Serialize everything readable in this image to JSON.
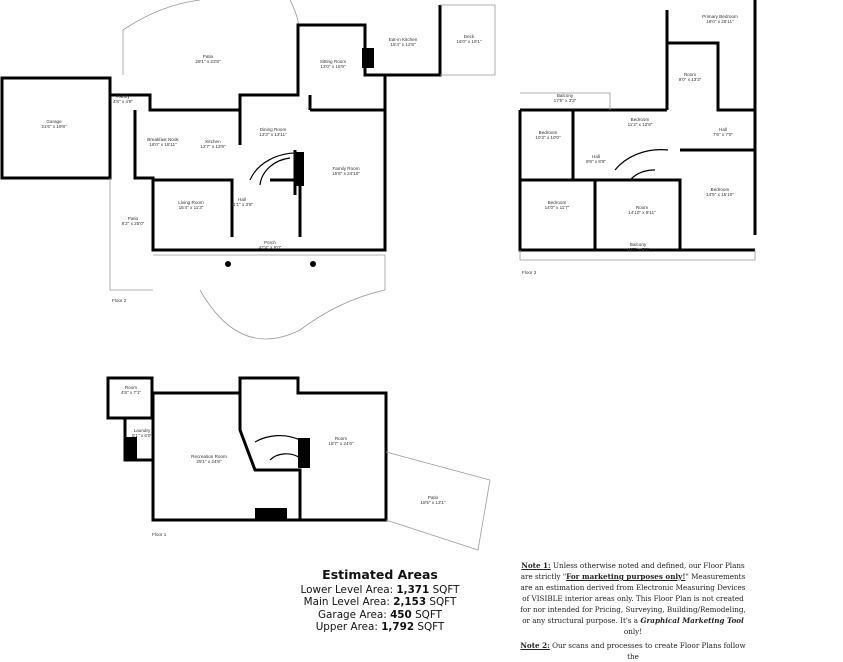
{
  "floors": [
    {
      "label": "Floor 2",
      "rooms": [
        {
          "name": "Patio",
          "dims": "29'1\" x 23'8\""
        },
        {
          "name": "Garage",
          "dims": "21'6\" x 19'8\""
        },
        {
          "name": "Pantry",
          "dims": "4'8\" x 4'5\""
        },
        {
          "name": "Breakfast Nook",
          "dims": "16'0\" x 15'11\""
        },
        {
          "name": "Kitchen",
          "dims": "12'7\" x 13'8\""
        },
        {
          "name": "Dining Room",
          "dims": "13'3\" x 13'11\""
        },
        {
          "name": "Sitting Room",
          "dims": "13'0\" x 16'9\""
        },
        {
          "name": "Eat-in Kitchen",
          "dims": "15'4\" x 12'8\""
        },
        {
          "name": "Deck",
          "dims": "16'0\" x 19'1\""
        },
        {
          "name": "Family Room",
          "dims": "15'8\" x 24'10\""
        },
        {
          "name": "Living Room",
          "dims": "15'4\" x 11'3\""
        },
        {
          "name": "Hall",
          "dims": "11'1\" x 3'8\""
        },
        {
          "name": "Patio",
          "dims": "8'2\" x 25'0\""
        },
        {
          "name": "Porch",
          "dims": "47'4\" x 6'0\""
        }
      ]
    },
    {
      "label": "Floor 3",
      "rooms": [
        {
          "name": "Primary Bedroom",
          "dims": "18'0\" x 28'11\""
        },
        {
          "name": "Room",
          "dims": "9'0\" x 13'3\""
        },
        {
          "name": "Balcony",
          "dims": "17'5\" x 3'3\""
        },
        {
          "name": "Bedroom",
          "dims": "10'3\" x 10'0\""
        },
        {
          "name": "Bedroom",
          "dims": "11'2\" x 12'8\""
        },
        {
          "name": "Hall",
          "dims": "7'6\" x 7'0\""
        },
        {
          "name": "Hall",
          "dims": "8'8\" x 8'8\""
        },
        {
          "name": "Bedroom",
          "dims": "14'0\" x 11'7\""
        },
        {
          "name": "Room",
          "dims": "14'10\" x 8'11\""
        },
        {
          "name": "Bedroom",
          "dims": "14'5\" x 15'10\""
        },
        {
          "name": "Balcony",
          "dims": "46'7\" x 5'3\""
        }
      ]
    },
    {
      "label": "Floor 1",
      "rooms": [
        {
          "name": "Room",
          "dims": "4'8\" x 7'1\""
        },
        {
          "name": "Laundry",
          "dims": "5'1\" x 6'0\""
        },
        {
          "name": "Recreation Room",
          "dims": "29'1\" x 24'8\""
        },
        {
          "name": "Room",
          "dims": "18'7\" x 24'6\""
        },
        {
          "name": "Patio",
          "dims": "18'5\" x 13'1\""
        }
      ]
    }
  ],
  "areas": {
    "title": "Estimated Areas",
    "lines": [
      {
        "label": "Lower Level Area: ",
        "value": "1,371",
        "unit": " SQFT"
      },
      {
        "label": "Main Level Area: ",
        "value": "2,153",
        "unit": " SQFT"
      },
      {
        "label": "Garage Area: ",
        "value": "450",
        "unit": " SQFT"
      },
      {
        "label": "Upper Area: ",
        "value": "1,792",
        "unit": " SQFT"
      }
    ]
  },
  "note": {
    "n1_label": "Note 1:",
    "n1_a": " Unless otherwise noted and defined, our Floor Plans are strictly \"",
    "n1_b": "For marketing purposes only!",
    "n1_c": "\" Measurements are an estimation derived from Electronic Measuring Devices of VISIBLE interior areas only. This Floor Plan is not created for nor intended for Pricing, Surveying, Building/Remodeling, or any structural purpose. It's a ",
    "n1_d": "Graphical Marketing Tool",
    "n1_e": " only!",
    "n2_label": "Note 2:",
    "n2_a": " Our scans and processes to create Floor Plans follow the"
  }
}
